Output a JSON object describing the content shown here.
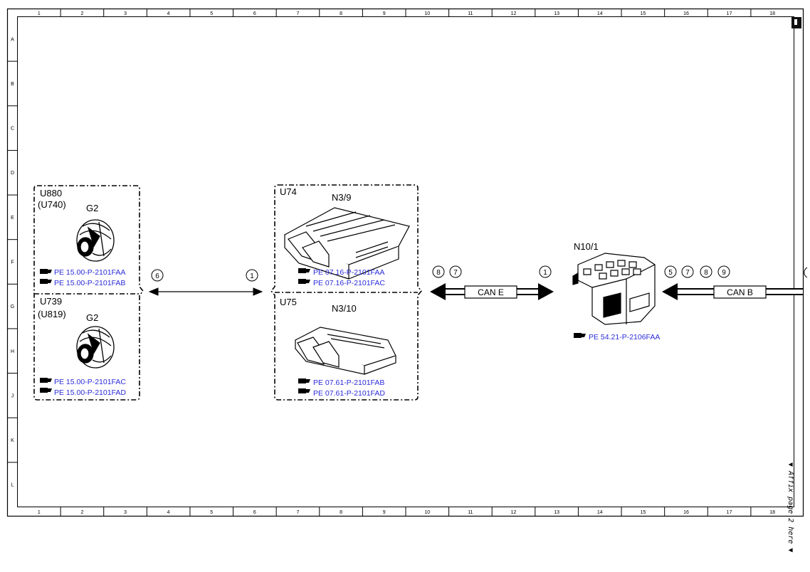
{
  "grid": {
    "columns": [
      "1",
      "2",
      "3",
      "4",
      "5",
      "6",
      "7",
      "8",
      "9",
      "10",
      "11",
      "12",
      "13",
      "14",
      "15",
      "16",
      "17",
      "18"
    ],
    "rows": [
      "A",
      "B",
      "C",
      "D",
      "E",
      "F",
      "G",
      "H",
      "J",
      "K",
      "L"
    ]
  },
  "group_u880": {
    "code": "U880",
    "alt_code": "(U740)",
    "component": "G2",
    "refs": [
      "PE 15.00-P-2101FAA",
      "PE 15.00-P-2101FAB"
    ]
  },
  "group_u739": {
    "code": "U739",
    "alt_code": "(U819)",
    "component": "G2",
    "refs": [
      "PE 15.00-P-2101FAC",
      "PE 15.00-P-2101FAD"
    ]
  },
  "group_u74": {
    "code": "U74",
    "component": "N3/9",
    "refs": [
      "PE 07.16-P-2101FAA",
      "PE 07.16-P-2101FAC"
    ]
  },
  "group_u75": {
    "code": "U75",
    "component": "N3/10",
    "refs": [
      "PE 07.61-P-2101FAB",
      "PE 07.61-P-2101FAD"
    ]
  },
  "link_left": {
    "left_marker": "6",
    "right_marker": "1"
  },
  "can_e": {
    "label": "CAN E",
    "left_markers": [
      "8",
      "7"
    ],
    "right_marker": "1"
  },
  "module_n10": {
    "code": "N10/1",
    "ref": "PE 54.21-P-2106FAA"
  },
  "can_b": {
    "label": "CAN B",
    "markers": [
      "5",
      "7",
      "8",
      "9"
    ]
  },
  "affix_note": "▼ Affix page 2 here ▼"
}
